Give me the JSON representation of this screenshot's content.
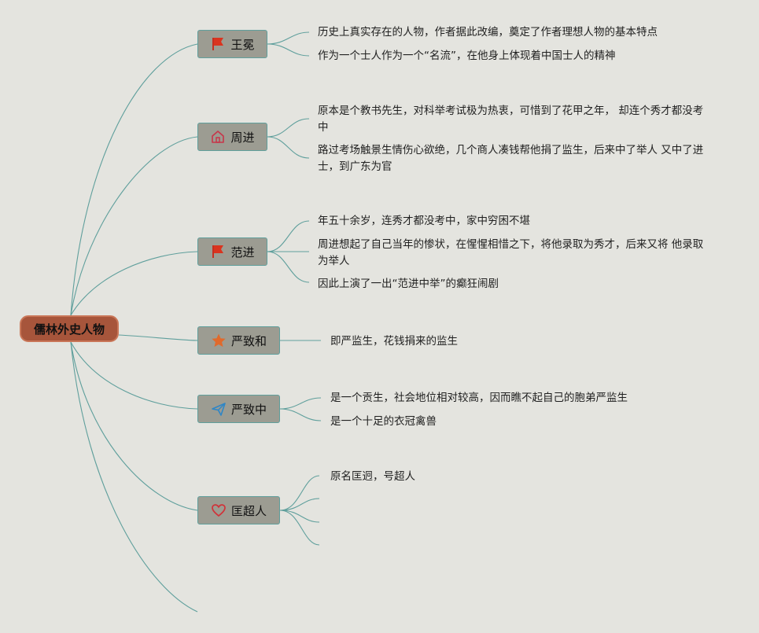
{
  "root": {
    "label": "儒林外史人物"
  },
  "characters": [
    {
      "name": "王冕",
      "icon": "red-flag",
      "notes": [
        "历史上真实存在的人物，作者据此改编，奠定了作者理想人物的基本特点",
        "作为一个士人作为一个“名流”，在他身上体现着中国士人的精神"
      ]
    },
    {
      "name": "周进",
      "icon": "home-outline",
      "notes": [
        "原本是个教书先生，对科举考试极为热衷，可惜到了花甲之年， 却连个秀才都没考中",
        "路过考场触景生情伤心欲绝，几个商人凑钱帮他捐了监生，后来中了举人 又中了进士，到广东为官"
      ]
    },
    {
      "name": "范进",
      "icon": "red-flag",
      "notes": [
        "年五十余岁，连秀才都没考中，家中穷困不堪",
        "周进想起了自己当年的惨状，在惺惺相惜之下，将他录取为秀才，后来又将 他录取为举人",
        "因此上演了一出“范进中举”的癫狂闹剧"
      ]
    },
    {
      "name": "严致和",
      "icon": "orange-star",
      "notes": [
        "即严监生，花钱捐来的监生"
      ]
    },
    {
      "name": "严致中",
      "icon": "paper-plane",
      "notes": [
        "是一个贡生，社会地位相对较高，因而瞧不起自己的胞弟严监生",
        "是一个十足的衣冠禽兽"
      ]
    },
    {
      "name": "匡超人",
      "icon": "heart-outline",
      "notes": [
        "原名匡迥，号超人",
        "",
        "",
        ""
      ]
    }
  ],
  "colors": {
    "background": "#e4e4df",
    "link": "#5f9f9c",
    "root_fill": "#a7553b",
    "node_fill": "#9c9c92"
  }
}
